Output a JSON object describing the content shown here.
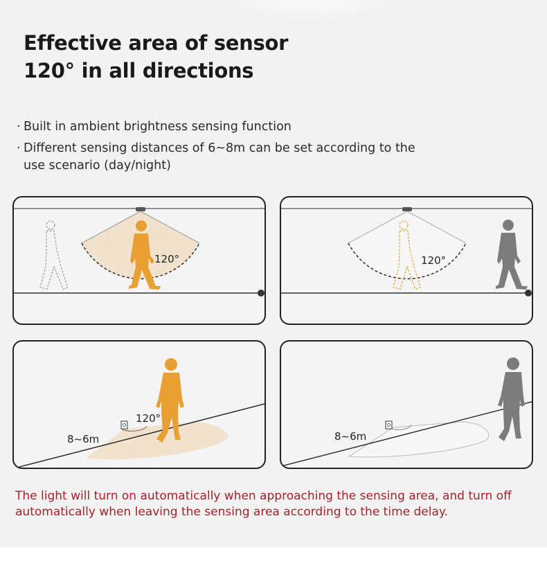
{
  "title": {
    "line1": "Effective area of sensor",
    "line2": "120° in all directions"
  },
  "bullets": [
    {
      "dot": "·",
      "text": "Built in ambient brightness sensing function"
    },
    {
      "dot": "·",
      "text": "Different sensing distances of 6~8m can be set according to the use scenario (day/night)"
    }
  ],
  "panels": {
    "top_left": {
      "angle_label": "120°"
    },
    "top_right": {
      "angle_label": "120°"
    },
    "bottom_left": {
      "angle_label": "120°",
      "distance_label": "8~6m"
    },
    "bottom_right": {
      "distance_label": "8~6m"
    }
  },
  "footer": {
    "text": "The light will turn on automatically when approaching the sensing area, and turn off automatically when leaving the sensing area according to the time delay."
  },
  "colors": {
    "accent_orange": "#e8a032",
    "zone_fill": "#f1e2cd",
    "person_gray": "#7c7c7c",
    "footer_red": "#a5212b"
  },
  "icons": [
    "sensor-icon",
    "walking-person-icon",
    "person-outline-icon",
    "wall-mounted-sensor-icon"
  ]
}
